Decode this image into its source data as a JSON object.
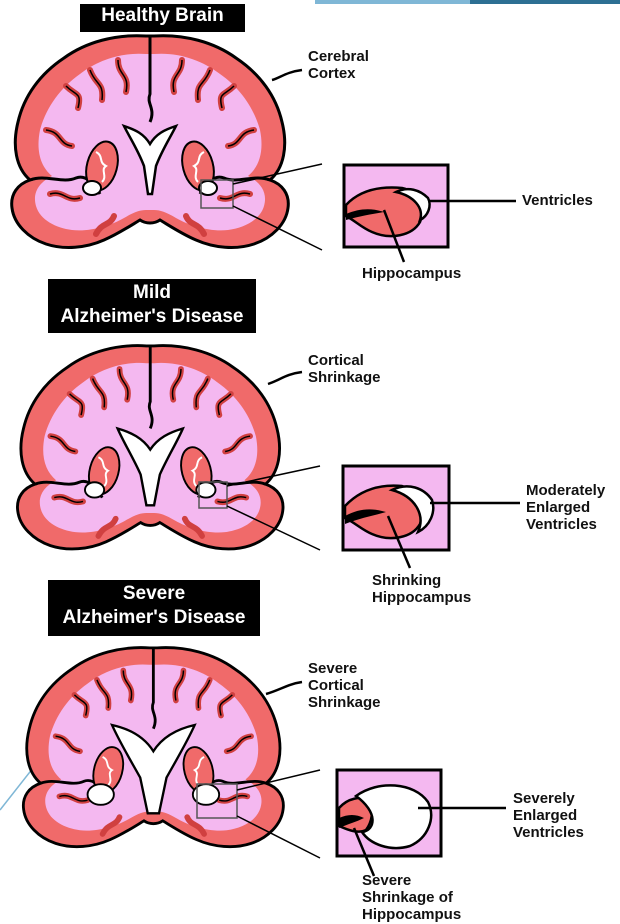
{
  "panels": [
    {
      "title_lines": [
        "Healthy Brain"
      ],
      "cortex_label_lines": [
        "Cerebral",
        "Cortex"
      ],
      "ventricle_label_lines": [
        "Ventricles"
      ],
      "hippocampus_label_lines": [
        "Hippocampus"
      ]
    },
    {
      "title_lines": [
        "Mild",
        "Alzheimer's Disease"
      ],
      "cortex_label_lines": [
        "Cortical",
        "Shrinkage"
      ],
      "ventricle_label_lines": [
        "Moderately",
        "Enlarged",
        "Ventricles"
      ],
      "hippocampus_label_lines": [
        "Shrinking",
        "Hippocampus"
      ]
    },
    {
      "title_lines": [
        "Severe",
        "Alzheimer's Disease"
      ],
      "cortex_label_lines": [
        "Severe",
        "Cortical",
        "Shrinkage"
      ],
      "ventricle_label_lines": [
        "Severely",
        "Enlarged",
        "Ventricles"
      ],
      "hippocampus_label_lines": [
        "Severe",
        "Shrinkage of",
        "Hippocampus"
      ]
    }
  ],
  "colors": {
    "tissue_pink": "#f4b8f0",
    "cortex_red": "#f06a6a",
    "outline": "#000000",
    "title_bg": "#000000",
    "title_text": "#ffffff",
    "accent_blue": "#2d6f93"
  }
}
